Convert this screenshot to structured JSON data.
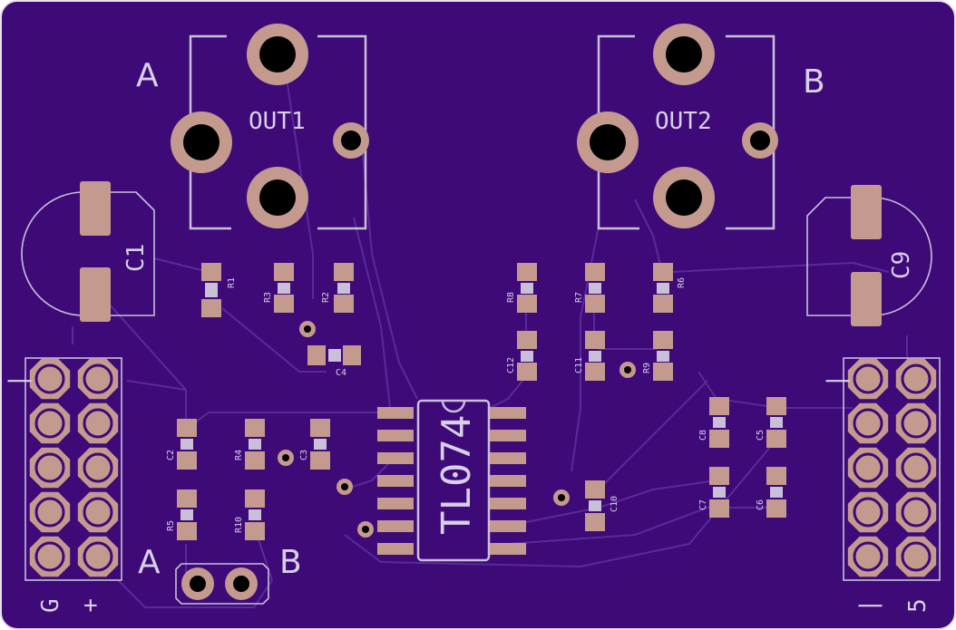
{
  "board": {
    "colors": {
      "substrate": "#3d0a78",
      "edge": "#e8e2f0",
      "silkscreen": "#c9bfd9",
      "copper_pad": "#c49a8e",
      "trace": "#5a2a9a"
    }
  },
  "labels": {
    "out1": "OUT1",
    "out2": "OUT2",
    "a_top": "A",
    "b_top": "B",
    "a_bottom": "A",
    "b_bottom": "B",
    "c1": "C1",
    "c9": "C9",
    "ic": "TL074",
    "left_header_g": "G",
    "left_header_plus": "+",
    "left_header_mark": "|",
    "right_header_mark_top": "|",
    "right_header_minus": "|",
    "right_header_5": "5"
  },
  "components": {
    "r1": "R1",
    "r2": "R2",
    "r3": "R3",
    "r4": "R4",
    "r5": "R5",
    "r6": "R6",
    "r7": "R7",
    "r8": "R8",
    "r9": "R9",
    "r10": "R10",
    "c2": "C2",
    "c3": "C3",
    "c4": "C4",
    "c5": "C5",
    "c6": "C6",
    "c7": "C7",
    "c8": "C8",
    "c10": "C10",
    "c11": "C11",
    "c12": "C12"
  }
}
